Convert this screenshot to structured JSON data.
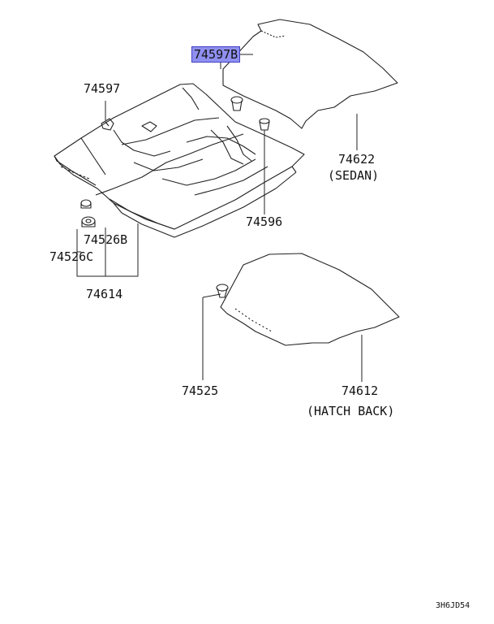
{
  "labels": {
    "p74597b": "74597B",
    "p74597": "74597",
    "p74622": "74622",
    "sedan": "(SEDAN)",
    "p74596": "74596",
    "p74526b": "74526B",
    "p74526c": "74526C",
    "p74614": "74614",
    "p74525": "74525",
    "p74612": "74612",
    "hatchback": "(HATCH BACK)"
  },
  "diagram_code": "3H6JD54",
  "highlight_color": "#8f8ff0"
}
